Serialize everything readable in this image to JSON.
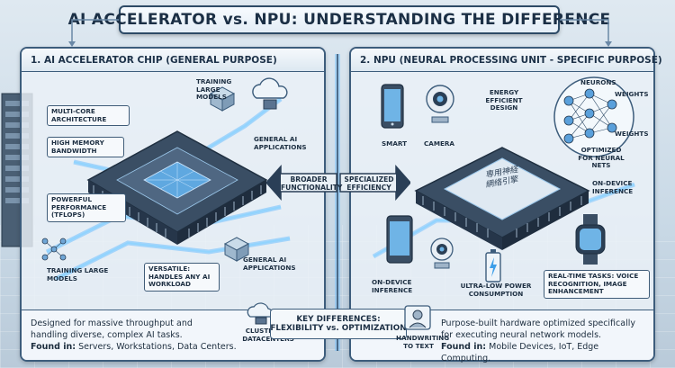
{
  "title": "AI ACCELERATOR vs. NPU: UNDERSTANDING THE DIFFERENCE",
  "left_panel": {
    "heading": "1. AI ACCELERATOR CHIP (GENERAL PURPOSE)",
    "labels": {
      "multi_core": "MULTI-CORE ARCHITECTURE",
      "high_memory": "HIGH MEMORY BANDWIDTH",
      "powerful_perf": "POWERFUL PERFORMANCE (TFLOPS)",
      "training_top": "TRAINING LARGE MODELS",
      "general_ai_top": "GENERAL AI APPLICATIONS",
      "training_bottom": "TRAINING LARGE MODELS",
      "versatile": "VERSATILE: HANDLES ANY AI WORKLOAD",
      "general_ai_bottom": "GENERAL AI APPLICATIONS",
      "clustering": "CLUSTERING DATACENTERS"
    },
    "description": "Designed for massive throughput and handling diverse, complex AI tasks.",
    "found_label": "Found in:",
    "found_value": "Servers, Workstations, Data Centers."
  },
  "right_panel": {
    "heading": "2. NPU (NEURAL PROCESSING UNIT - SPECIFIC PURPOSE)",
    "labels": {
      "smart": "SMART",
      "camera": "CAMERA",
      "energy": "ENERGY EFFICIENT DESIGN",
      "neurons": "NEURONS",
      "weights_top": "WEIGHTS",
      "weights_mid": "WEIGHTS",
      "optimized": "OPTIMIZED FOR NEURAL NETS",
      "on_device_top": "ON-DEVICE INFERENCE",
      "on_device_bottom": "ON-DEVICE INFERENCE",
      "ultra_low": "ULTRA-LOW POWER CONSUMPTION",
      "realtime": "REAL-TIME TASKS: VOICE RECOGNITION, IMAGE ENHANCEMENT",
      "handwriting": "HANDWRITING TO TEXT",
      "chip_text_1": "専用神経",
      "chip_text_2": "網络引擎"
    },
    "description": "Purpose-built hardware optimized specifically for executing neural network models.",
    "found_label": "Found in:",
    "found_value": "Mobile Devices, IoT, Edge Computing."
  },
  "center": {
    "broader": "BROADER FUNCTIONALITY",
    "specialized": "SPECIALIZED EFFICIENCY",
    "key_differences": "KEY DIFFERENCES:",
    "flex_vs_opt": "FLEXIBILITY vs. OPTIMIZATION"
  },
  "colors": {
    "frame": "#3d5d7c",
    "chip_dark": "#2b3f55",
    "chip_core": "#5fa8e0",
    "flow": "#6fc0ff",
    "arrow": "#2a3f57"
  }
}
